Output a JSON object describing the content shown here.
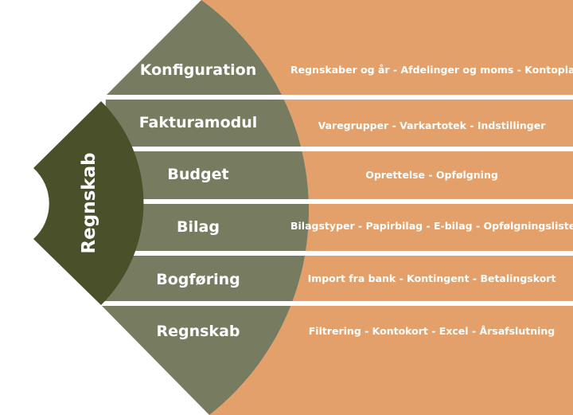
{
  "center_label": "Regnskab",
  "colors": {
    "orange": "#e4a06a",
    "green": "#777c60",
    "dark_green": "#4a5029"
  },
  "modules": [
    {
      "label": "Konfiguration",
      "details": "Regnskaber og år - Afdelinger og moms - Kontoplan"
    },
    {
      "label": "Fakturamodul",
      "details": "Varegrupper - Varkartotek - Indstillinger"
    },
    {
      "label": "Budget",
      "details": "Oprettelse - Opfølgning"
    },
    {
      "label": "Bilag",
      "details": "Bilagstyper - Papirbilag - E-bilag - Opfølgningslister"
    },
    {
      "label": "Bogføring",
      "details": "Import fra bank - Kontingent - Betalingskort"
    },
    {
      "label": "Regnskab",
      "details": "Filtrering - Kontokort - Excel - Årsafslutning"
    }
  ]
}
